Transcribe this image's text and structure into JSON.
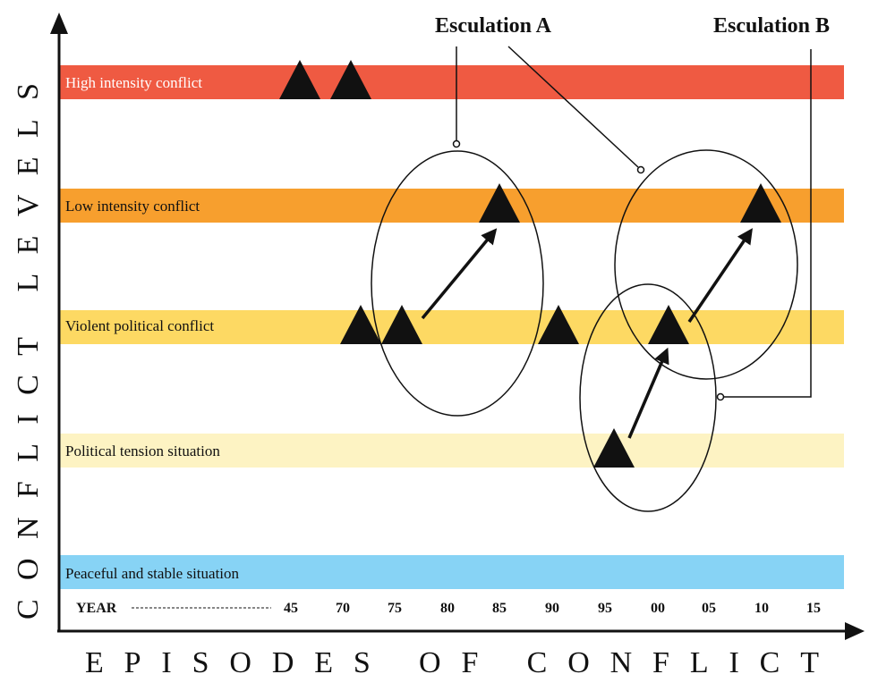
{
  "axes": {
    "y_title": "CONFLICT LEVELS",
    "x_title": "EPISODES OF CONFLICT"
  },
  "bands": [
    {
      "label": "High intensity conflict",
      "color": "#ef5a42",
      "label_color": "#ffffff"
    },
    {
      "label": "Low intensity conflict",
      "color": "#f79f2e",
      "label_color": "#111111"
    },
    {
      "label": "Violent political conflict",
      "color": "#fdd963",
      "label_color": "#111111"
    },
    {
      "label": "Political tension situation",
      "color": "#fdf3c3",
      "label_color": "#111111"
    },
    {
      "label": "Peaceful and stable situation",
      "color": "#87d3f5",
      "label_color": "#111111"
    }
  ],
  "timeline": {
    "year_label": "YEAR",
    "ticks": [
      "45",
      "70",
      "75",
      "80",
      "85",
      "90",
      "95",
      "00",
      "05",
      "10",
      "15"
    ]
  },
  "events": [
    {
      "year": "45",
      "level": "High intensity conflict"
    },
    {
      "year": "70",
      "level": "High intensity conflict"
    },
    {
      "year": "70",
      "level": "Violent political conflict"
    },
    {
      "year": "75",
      "level": "Violent political conflict"
    },
    {
      "year": "85",
      "level": "Low intensity conflict"
    },
    {
      "year": "90",
      "level": "Violent political conflict"
    },
    {
      "year": "95",
      "level": "Political tension situation"
    },
    {
      "year": "00",
      "level": "Violent political conflict"
    },
    {
      "year": "10",
      "level": "Low intensity conflict"
    }
  ],
  "callouts": {
    "a": "Esculation A",
    "b": "Esculation B"
  }
}
